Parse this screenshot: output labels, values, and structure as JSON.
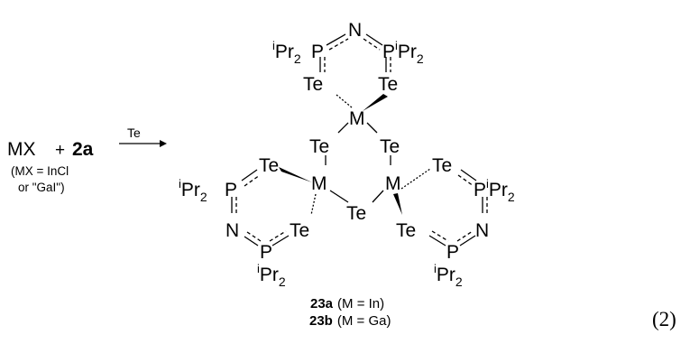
{
  "reaction": {
    "reactant_1": "MX",
    "plus": "+",
    "reactant_2": "2a",
    "reagent": "Te",
    "condition_line_1": "(MX = InCl",
    "condition_line_2": "or \"GaI\")"
  },
  "atoms": {
    "metal": "M",
    "tellurium": "Te",
    "phosphorus": "P",
    "nitrogen": "N",
    "iso_prefix": "i",
    "isopropyl": "Pr",
    "subscript": "2"
  },
  "products": {
    "compound_a": "23a",
    "compound_a_desc": "(M = In)",
    "compound_b": "23b",
    "compound_b_desc": "(M = Ga)"
  },
  "equation_number": "(2)"
}
